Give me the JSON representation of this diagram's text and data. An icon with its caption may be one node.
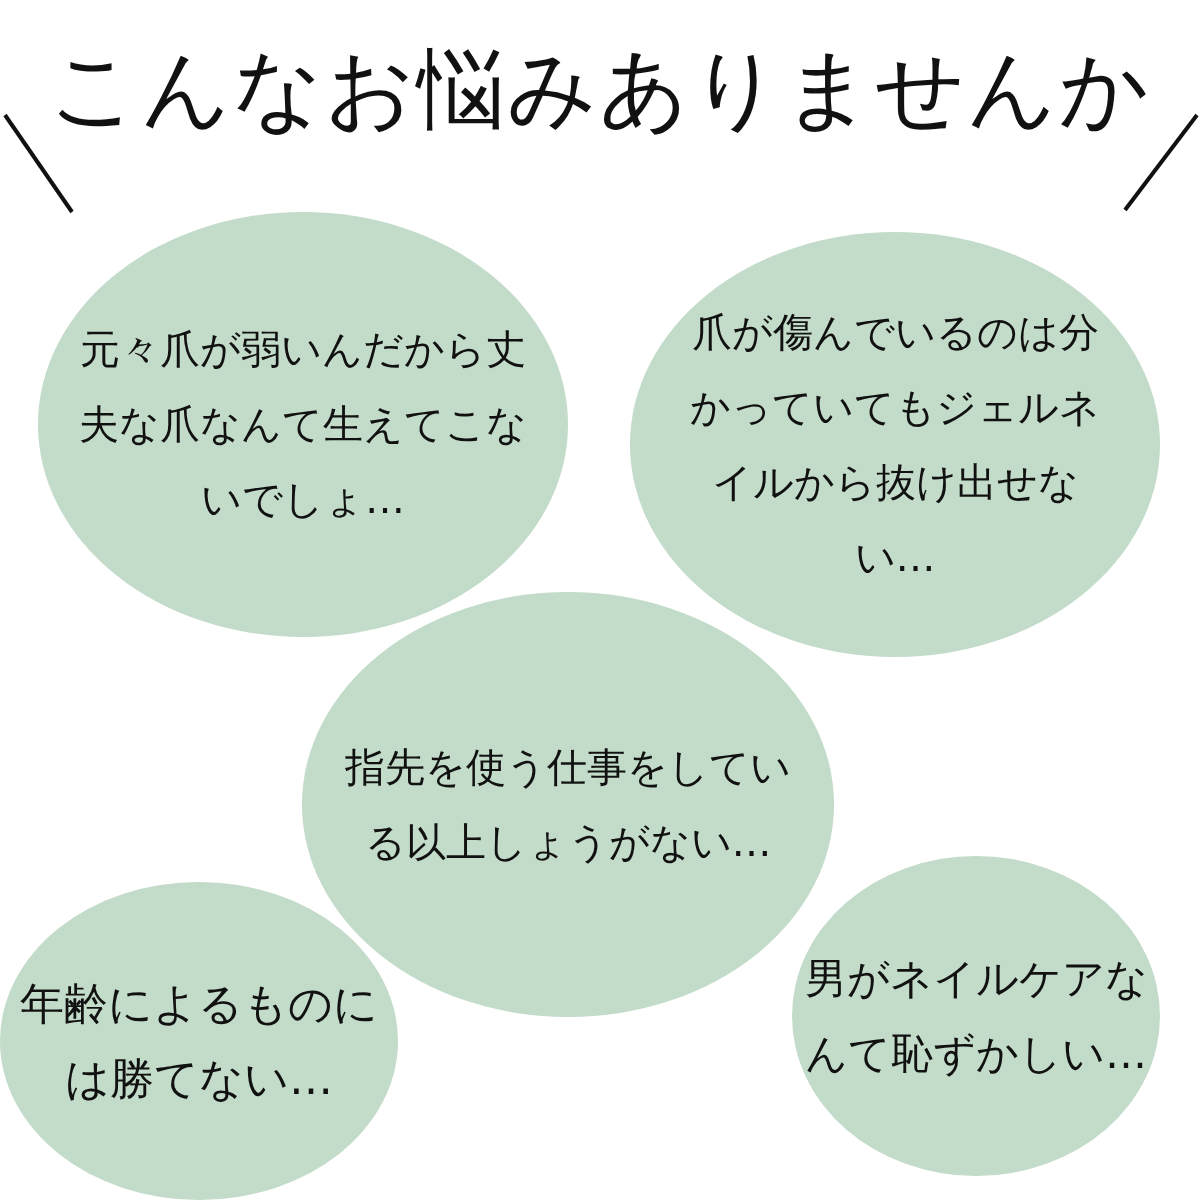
{
  "diagram": {
    "title": "こんなお悩みありませんか",
    "nodes": [
      {
        "text": [
          "元々爪が弱いんだから丈夫な爪なんて生えてこないでしょ…"
        ]
      },
      {
        "text": [
          "爪が傷んでいるのは分かっていてもジェルネイルから抜け出せない…"
        ]
      },
      {
        "text": [
          "指先を使う仕事をしている以上しょうがない…"
        ]
      },
      {
        "text": [
          "年齢によるものには勝てない…"
        ]
      },
      {
        "text": [
          "男がネイルケアなんて恥ずかしい…"
        ]
      }
    ],
    "edges": []
  }
}
